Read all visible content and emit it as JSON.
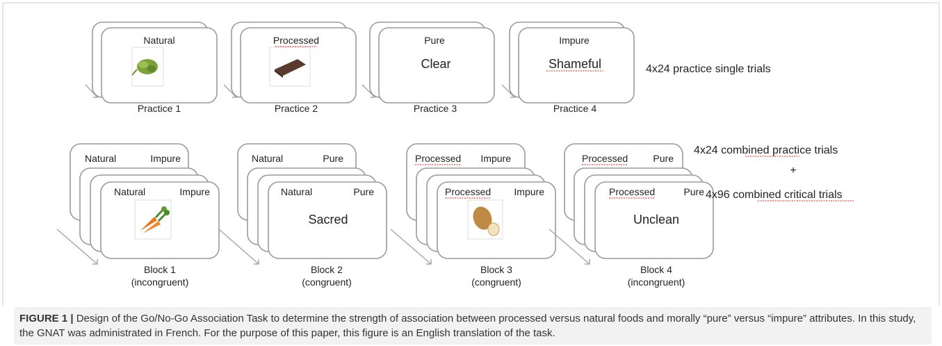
{
  "practice": [
    {
      "category": "Natural",
      "caption": "Practice 1",
      "icon": "artichoke-image"
    },
    {
      "category": "Processed",
      "caption": "Practice 2",
      "icon": "chocolate-bar-image"
    },
    {
      "category": "Pure",
      "stimulus": "Clear",
      "caption": "Practice 3"
    },
    {
      "category": "Impure",
      "stimulus": "Shameful",
      "caption": "Practice 4"
    }
  ],
  "practice_note": "4x24 practice single trials",
  "blocks": [
    {
      "left": "Natural",
      "right": "Impure",
      "icon": "carrots-image",
      "caption": "Block 1",
      "condition": "(incongruent)"
    },
    {
      "left": "Natural",
      "right": "Pure",
      "stimulus": "Sacred",
      "caption": "Block 2",
      "condition": "(congruent)"
    },
    {
      "left": "Processed",
      "right": "Impure",
      "icon": "bread-image",
      "caption": "Block 3",
      "condition": "(congruent)"
    },
    {
      "left": "Processed",
      "right": "Pure",
      "stimulus": "Unclean",
      "caption": "Block 4",
      "condition": "(incongruent)"
    }
  ],
  "block_note": {
    "line1": "4x24 combined practice trials",
    "plus": "+",
    "line2": "4x96 combined critical trials"
  },
  "figure_caption": {
    "label": "FIGURE 1 |",
    "text": " Design of the Go/No-Go Association Task to determine the strength of association between processed versus natural foods and morally “pure” versus “impure” attributes. In this study, the GNAT was administrated in French. For the purpose of this paper, this figure is an English translation of the task."
  },
  "colors": {
    "card_border": "#9a9a9a",
    "spellcheck_underline": "#dd2222",
    "caption_bg": "#f2f2f2"
  }
}
